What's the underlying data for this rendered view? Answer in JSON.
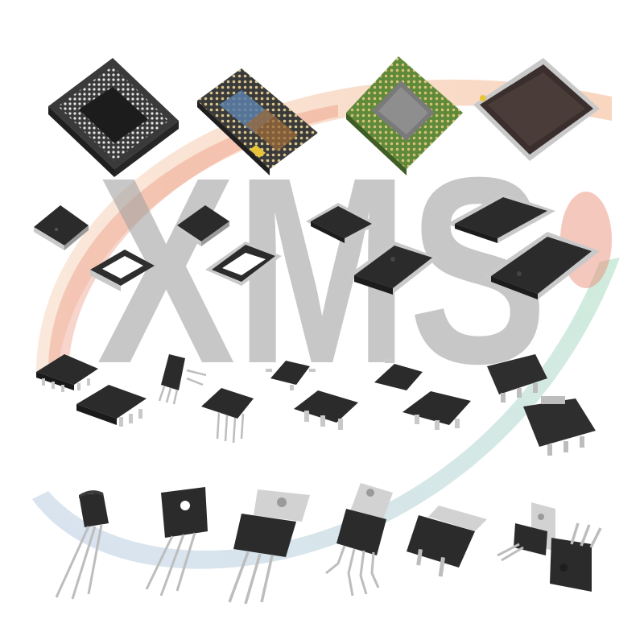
{
  "watermark": {
    "text": "XMS"
  },
  "colors": {
    "background": "#ffffff",
    "watermark_text": "#a3a3a3",
    "swoosh_orange": "#f2b48c",
    "swoosh_red": "#e8866d",
    "swoosh_green": "#a9dcc0",
    "swoosh_blue": "#bccbe6",
    "chip_body": "#2b2b2b",
    "chip_top": "#3a3a3a",
    "lead_silver": "#c9c9c9",
    "pcb_green": "#5f8a3a",
    "ball_gold": "#c9a24a"
  },
  "component_rows": [
    {
      "row": "bga-packages",
      "items": [
        "bga-chip-1",
        "bga-chip-2",
        "bga-chip-3",
        "qfp-chip-large"
      ]
    },
    {
      "row": "qfp-qfn-packages",
      "items": [
        "qfn-small-1",
        "qfn-small-2",
        "qfp-chip-1",
        "tqfp-chip-1",
        "qfn-open-frame",
        "tqfp-open-frame",
        "plcc-chip",
        "lqfp-chip-large"
      ]
    },
    {
      "row": "sop-sot-packages",
      "items": [
        "soic-8-a",
        "dip-8-upright",
        "sot-23-a",
        "sot-23-b",
        "sot-223-a",
        "soic-8-b",
        "dip-8-b",
        "sot-223-b",
        "sot-89-a",
        "sot-223-c"
      ]
    },
    {
      "row": "to-packages",
      "items": [
        "to-92",
        "to-126",
        "to-220-a",
        "to-220-bent",
        "to-252",
        "to-3p-pair"
      ]
    }
  ]
}
